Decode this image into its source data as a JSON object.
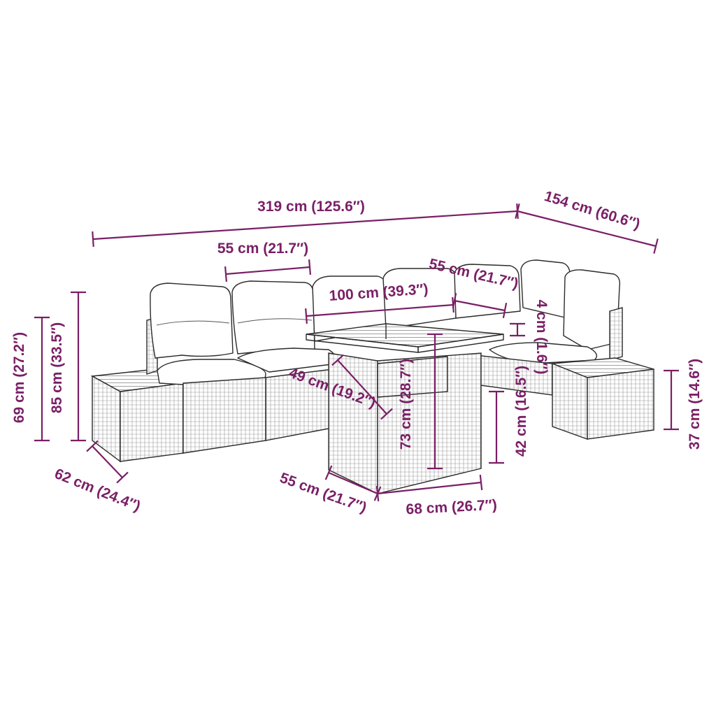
{
  "colors": {
    "dimension": "#7a1f66",
    "outline": "#2b2b2b",
    "background": "#ffffff"
  },
  "dimensions": {
    "overall_width": "319 cm (125.6″)",
    "corner_depth": "154 cm (60.6″)",
    "seat_width": "55 cm (21.7″)",
    "table_length": "100 cm (39.3″)",
    "corner_seat_width": "55 cm (21.7″)",
    "table_gap": "4 cm (1.6″)",
    "back_height": "85 cm (33.5″)",
    "armrest_height": "69 cm (27.2″)",
    "seat_depth_label": "49 cm (19.2″)",
    "table_height": "73 cm (28.7″)",
    "table_base_height": "42 cm (16.5″)",
    "ottoman_height": "37 cm (14.6″)",
    "sofa_depth": "62 cm (24.4″)",
    "table_depth": "55 cm (21.7″)",
    "table_width": "68 cm (26.7″)"
  }
}
